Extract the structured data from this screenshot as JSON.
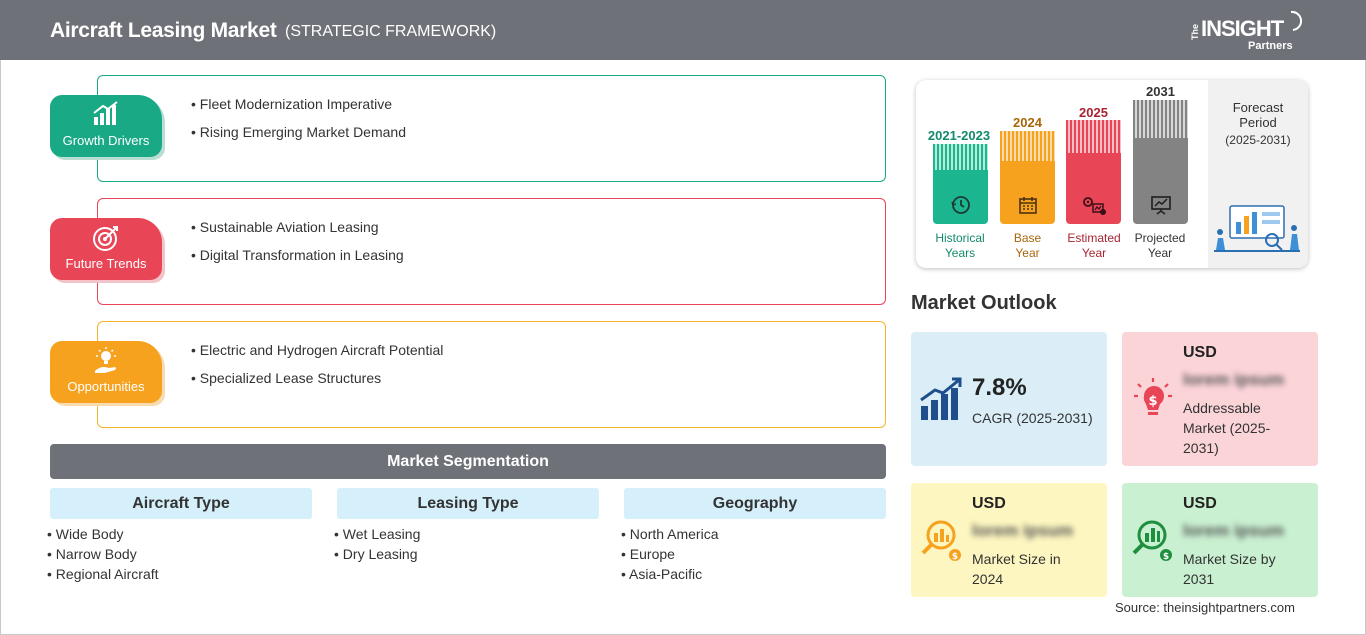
{
  "header": {
    "title": "Aircraft Leasing Market",
    "subtitle": "(STRATEGIC FRAMEWORK)",
    "logo_the": "The",
    "logo_main": "INSIGHT",
    "logo_sub": "Partners"
  },
  "framework": {
    "growth": {
      "label": "Growth Drivers",
      "color": "#1aa985",
      "items": [
        "Fleet Modernization Imperative",
        "Rising Emerging Market Demand"
      ]
    },
    "trends": {
      "label": "Future Trends",
      "color": "#e84556",
      "items": [
        "Sustainable Aviation Leasing",
        "Digital Transformation in Leasing"
      ]
    },
    "opportunities": {
      "label": "Opportunities",
      "color": "#f6a21e",
      "items": [
        "Electric and Hydrogen Aircraft Potential",
        "Specialized Lease Structures"
      ]
    }
  },
  "segmentation": {
    "title": "Market Segmentation",
    "columns": [
      {
        "heading": "Aircraft Type",
        "items": [
          "Wide Body",
          "Narrow Body",
          "Regional Aircraft"
        ]
      },
      {
        "heading": "Leasing Type",
        "items": [
          "Wet Leasing",
          "Dry Leasing"
        ]
      },
      {
        "heading": "Geography",
        "items": [
          "North America",
          "Europe",
          "Asia-Pacific"
        ]
      }
    ]
  },
  "timeline": {
    "bars": [
      {
        "year": "2021-2023",
        "label_1": "Historical",
        "label_2": "Years",
        "color": "#1bb58f",
        "text_color": "#138a6c",
        "icon": "clock-icon"
      },
      {
        "year": "2024",
        "label_1": "Base",
        "label_2": "Year",
        "color": "#f6a21e",
        "text_color": "#a8670a",
        "icon": "calendar-icon"
      },
      {
        "year": "2025",
        "label_1": "Estimated",
        "label_2": "Year",
        "color": "#e84556",
        "text_color": "#a82433",
        "icon": "gears-icon"
      },
      {
        "year": "2031",
        "label_1": "Projected",
        "label_2": "Year",
        "color": "#838383",
        "text_color": "#333333",
        "icon": "presentation-icon"
      }
    ],
    "forecast_title_1": "Forecast",
    "forecast_title_2": "Period",
    "forecast_period": "(2025-2031)"
  },
  "outlook": {
    "title": "Market Outlook",
    "cagr": {
      "value": "7.8%",
      "label": "CAGR (2025-2031)",
      "color": "#dbeef8"
    },
    "addressable": {
      "currency": "USD",
      "value": "lorem ipsum",
      "label_1": "Addressable",
      "label_2": "Market (2025-",
      "label_3": "2031)",
      "color": "#fbd4d8"
    },
    "size2024": {
      "currency": "USD",
      "value": "lorem ipsum",
      "label_1": "Market Size in",
      "label_2": "2024",
      "color": "#fdf6c0"
    },
    "size2031": {
      "currency": "USD",
      "value": "lorem ipsum",
      "label_1": "Market Size by",
      "label_2": "2031",
      "color": "#c9f0d1"
    }
  },
  "source": "Source: theinsightpartners.com"
}
